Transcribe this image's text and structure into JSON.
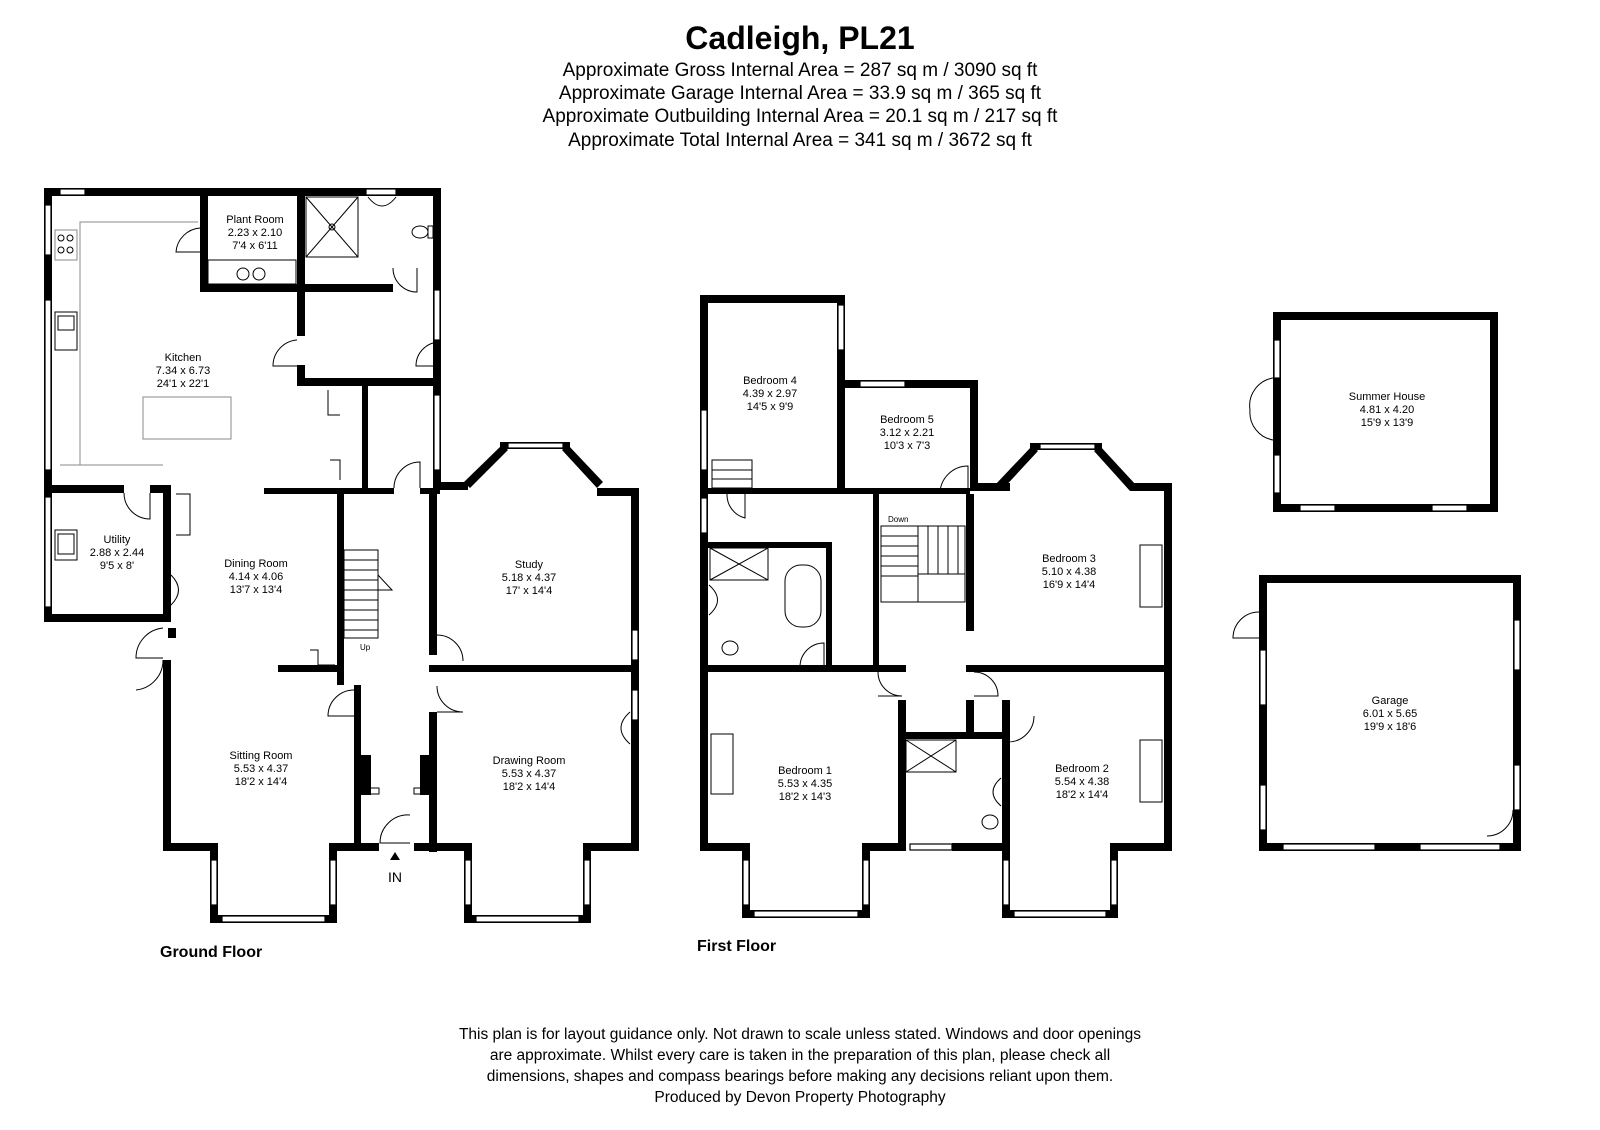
{
  "header": {
    "title": "Cadleigh, PL21",
    "areas": [
      "Approximate Gross Internal Area = 287 sq m / 3090 sq ft",
      "Approximate Garage Internal Area = 33.9 sq m / 365 sq ft",
      "Approximate Outbuilding Internal Area = 20.1 sq m / 217 sq ft",
      "Approximate Total Internal Area = 341 sq m / 3672 sq ft"
    ]
  },
  "floors": {
    "ground": {
      "label": "Ground Floor",
      "rooms": [
        {
          "name": "Plant Room",
          "metric": "2.23 x 2.10",
          "imperial": "7'4 x 6'11"
        },
        {
          "name": "Kitchen",
          "metric": "7.34 x 6.73",
          "imperial": "24'1 x 22'1"
        },
        {
          "name": "Utility",
          "metric": "2.88 x 2.44",
          "imperial": "9'5 x 8'"
        },
        {
          "name": "Dining Room",
          "metric": "4.14 x 4.06",
          "imperial": "13'7 x 13'4"
        },
        {
          "name": "Study",
          "metric": "5.18 x 4.37",
          "imperial": "17' x 14'4"
        },
        {
          "name": "Sitting Room",
          "metric": "5.53 x 4.37",
          "imperial": "18'2 x 14'4"
        },
        {
          "name": "Drawing Room",
          "metric": "5.53 x 4.37",
          "imperial": "18'2 x 14'4"
        }
      ],
      "stair_label": "Up",
      "entrance_label": "IN"
    },
    "first": {
      "label": "First Floor",
      "rooms": [
        {
          "name": "Bedroom 4",
          "metric": "4.39 x 2.97",
          "imperial": "14'5 x 9'9"
        },
        {
          "name": "Bedroom 5",
          "metric": "3.12 x 2.21",
          "imperial": "10'3 x 7'3"
        },
        {
          "name": "Bedroom 3",
          "metric": "5.10 x 4.38",
          "imperial": "16'9 x 14'4"
        },
        {
          "name": "Bedroom 1",
          "metric": "5.53 x 4.35",
          "imperial": "18'2 x 14'3"
        },
        {
          "name": "Bedroom 2",
          "metric": "5.54 x 4.38",
          "imperial": "18'2 x 14'4"
        }
      ],
      "stair_label": "Down"
    },
    "outbuildings": {
      "rooms": [
        {
          "name": "Summer House",
          "metric": "4.81 x 4.20",
          "imperial": "15'9 x 13'9"
        },
        {
          "name": "Garage",
          "metric": "6.01 x 5.65",
          "imperial": "19'9 x 18'6"
        }
      ]
    }
  },
  "footer": {
    "disclaimer_lines": [
      "This plan is for layout guidance only. Not drawn to scale unless stated. Windows and door openings",
      "are approximate. Whilst every care is taken in the preparation of this plan, please check all",
      "dimensions, shapes and compass bearings before making any decisions reliant upon them.",
      "Produced by Devon Property Photography"
    ]
  }
}
